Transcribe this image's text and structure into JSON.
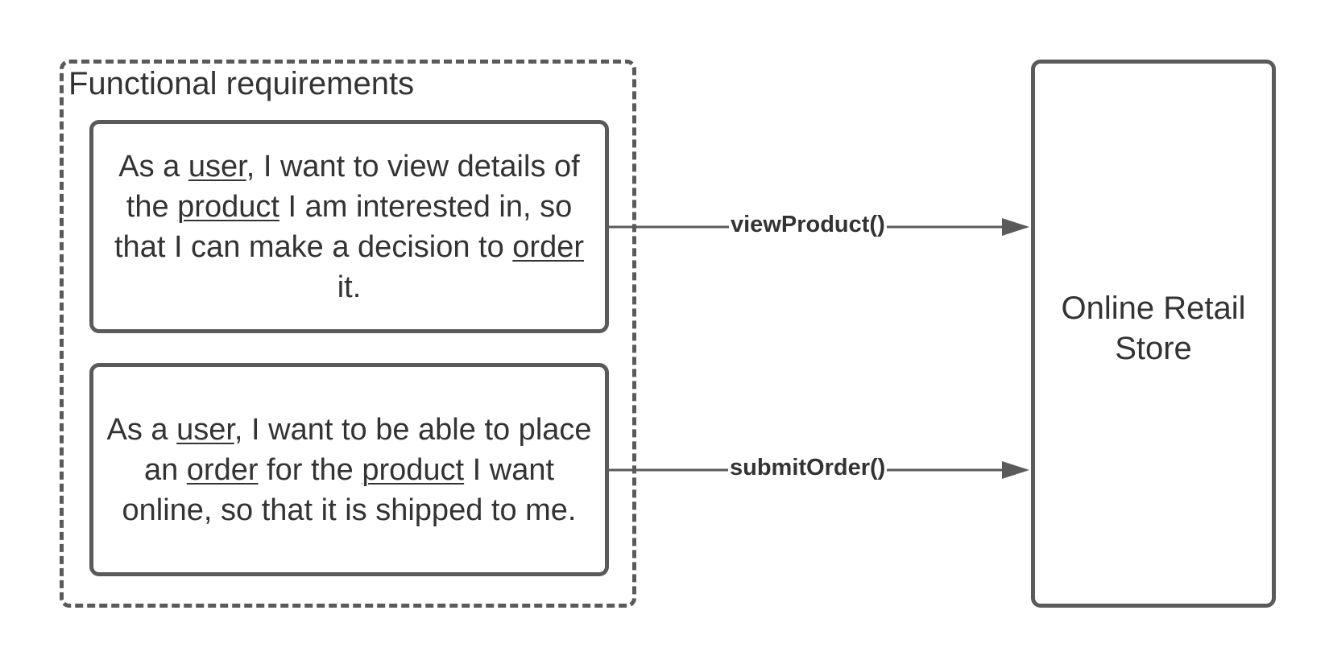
{
  "group": {
    "title": "Functional requirements"
  },
  "stories": [
    {
      "segments": [
        {
          "text": "As a ",
          "u": false
        },
        {
          "text": "user",
          "u": true
        },
        {
          "text": ", I want to view details of the ",
          "u": false
        },
        {
          "text": "product",
          "u": true
        },
        {
          "text": " I am interested in, so that I can make a decision to ",
          "u": false
        },
        {
          "text": "order",
          "u": true
        },
        {
          "text": " it.",
          "u": false
        }
      ]
    },
    {
      "segments": [
        {
          "text": "As a ",
          "u": false
        },
        {
          "text": "user",
          "u": true
        },
        {
          "text": ", I want to be able to place an ",
          "u": false
        },
        {
          "text": "order",
          "u": true
        },
        {
          "text": " for the ",
          "u": false
        },
        {
          "text": "product",
          "u": true
        },
        {
          "text": " I want online, so that it is shipped to me.",
          "u": false
        }
      ]
    }
  ],
  "system": {
    "label": "Online Retail Store"
  },
  "messages": [
    {
      "label": "viewProduct()"
    },
    {
      "label": "submitOrder()"
    }
  ],
  "colors": {
    "stroke": "#5a5a5a",
    "text": "#333333"
  }
}
